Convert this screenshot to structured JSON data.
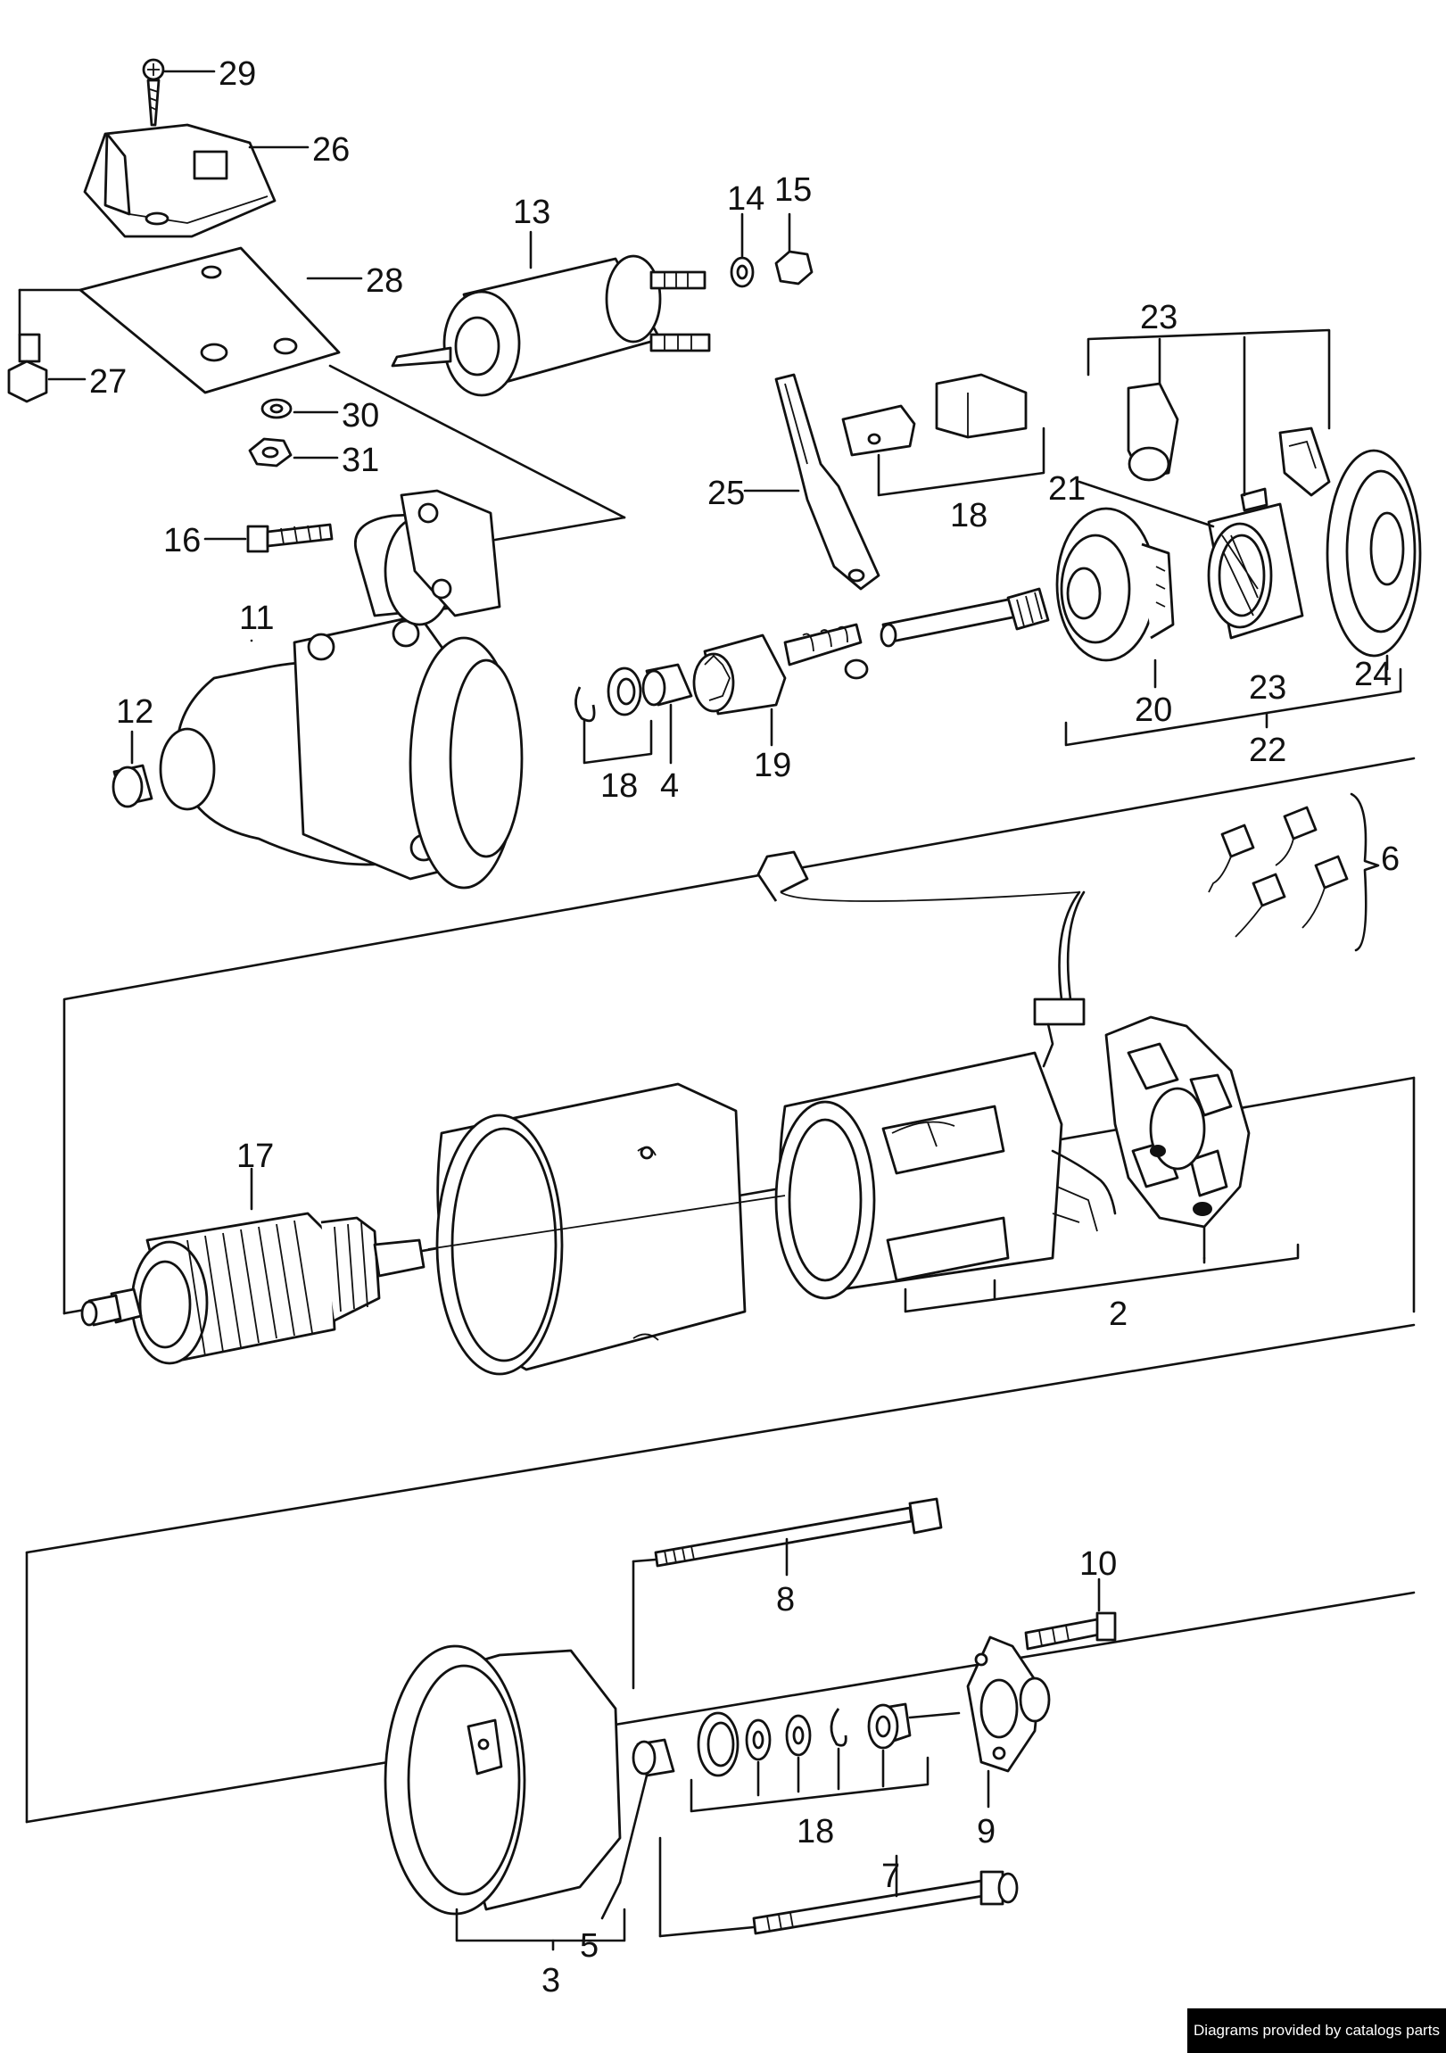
{
  "labels": {
    "p2": "2",
    "p3": "3",
    "p4": "4",
    "p5": "5",
    "p6": "6",
    "p7": "7",
    "p8": "8",
    "p9": "9",
    "p10": "10",
    "p11": "11",
    "p12": "12",
    "p13": "13",
    "p14": "14",
    "p15": "15",
    "p16": "16",
    "p17": "17",
    "p18a": "18",
    "p18b": "18",
    "p18c": "18",
    "p19": "19",
    "p20": "20",
    "p21": "21",
    "p22": "22",
    "p23a": "23",
    "p23b": "23",
    "p24": "24",
    "p25": "25",
    "p26": "26",
    "p27": "27",
    "p28": "28",
    "p29": "29",
    "p30": "30",
    "p31": "31"
  },
  "credit": "Diagrams provided by catalogs parts"
}
